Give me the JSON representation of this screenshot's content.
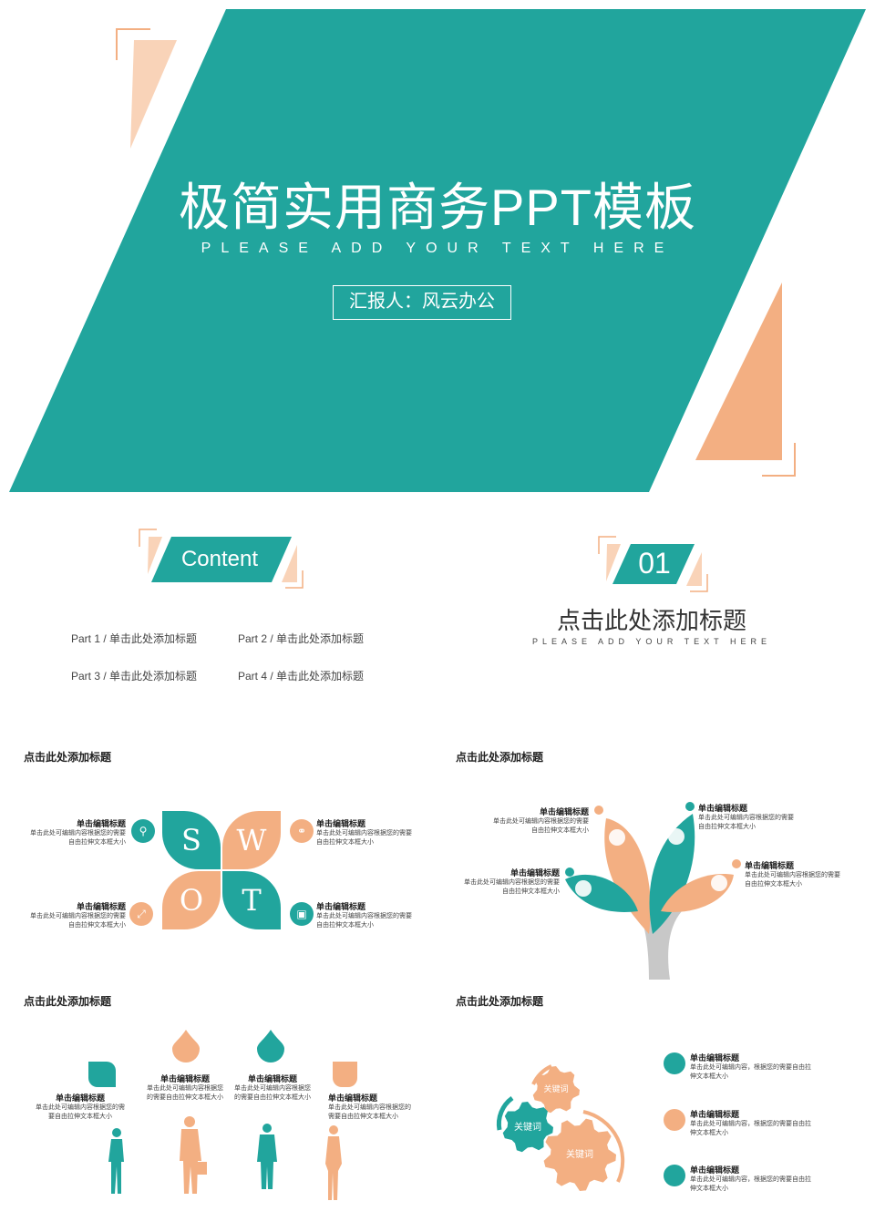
{
  "colors": {
    "teal": "#21A59D",
    "orange": "#F3AF82",
    "peach": "#F9D3B8",
    "gray": "#C8C8C8"
  },
  "cover": {
    "title": "极简实用商务PPT模板",
    "subtitle": "PLEASE ADD YOUR TEXT HERE",
    "reporter": "汇报人：风云办公"
  },
  "contents": {
    "badge": "Content",
    "parts": [
      "Part 1 /  单击此处添加标题",
      "Part 2 /  单击此处添加标题",
      "Part 3 /  单击此处添加标题",
      "Part 4 /  单击此处添加标题"
    ]
  },
  "section": {
    "number": "01",
    "title": "点击此处添加标题",
    "subtitle": "PLEASE ADD YOUR TEXT HERE"
  },
  "swot": {
    "heading": "点击此处添加标题",
    "letters": [
      "S",
      "W",
      "O",
      "T"
    ],
    "items": [
      {
        "title": "单击编辑标题",
        "desc": "单击此处可编辑内容根据您的需要自由拉伸文本框大小",
        "icon": "weightlifter-icon"
      },
      {
        "title": "单击编辑标题",
        "desc": "单击此处可编辑内容根据您的需要自由拉伸文本框大小",
        "icon": "link-icon"
      },
      {
        "title": "单击编辑标题",
        "desc": "单击此处可编辑内容根据您的需要自由拉伸文本框大小",
        "icon": "resize-icon"
      },
      {
        "title": "单击编辑标题",
        "desc": "单击此处可编辑内容根据您的需要自由拉伸文本框大小",
        "icon": "image-icon"
      }
    ]
  },
  "tree": {
    "heading": "点击此处添加标题",
    "items": [
      {
        "title": "单击编辑标题",
        "desc": "单击此处可编辑内容根据您的需要自由拉伸文本框大小"
      },
      {
        "title": "单击编辑标题",
        "desc": "单击此处可编辑内容根据您的需要自由拉伸文本框大小"
      },
      {
        "title": "单击编辑标题",
        "desc": "单击此处可编辑内容根据您的需要自由拉伸文本框大小"
      },
      {
        "title": "单击编辑标题",
        "desc": "单击此处可编辑内容根据您的需要自由拉伸文本框大小"
      }
    ]
  },
  "people": {
    "heading": "点击此处添加标题",
    "items": [
      {
        "title": "单击编辑标题",
        "desc": "单击此处可编辑内容根据您的需要自由拉伸文本框大小"
      },
      {
        "title": "单击编辑标题",
        "desc": "单击此处可编辑内容根据您的需要自由拉伸文本框大小"
      },
      {
        "title": "单击编辑标题",
        "desc": "单击此处可编辑内容根据您的需要自由拉伸文本框大小"
      },
      {
        "title": "单击编辑标题",
        "desc": "单击此处可编辑内容根据您的需要自由拉伸文本框大小"
      }
    ]
  },
  "gears": {
    "heading": "点击此处添加标题",
    "keywords": [
      "关键词",
      "关键词",
      "关键词"
    ],
    "items": [
      {
        "title": "单击编辑标题",
        "desc": "单击此处可编辑内容，根据您的需要自由拉伸文本框大小"
      },
      {
        "title": "单击编辑标题",
        "desc": "单击此处可编辑内容，根据您的需要自由拉伸文本框大小"
      },
      {
        "title": "单击编辑标题",
        "desc": "单击此处可编辑内容，根据您的需要自由拉伸文本框大小"
      }
    ]
  }
}
